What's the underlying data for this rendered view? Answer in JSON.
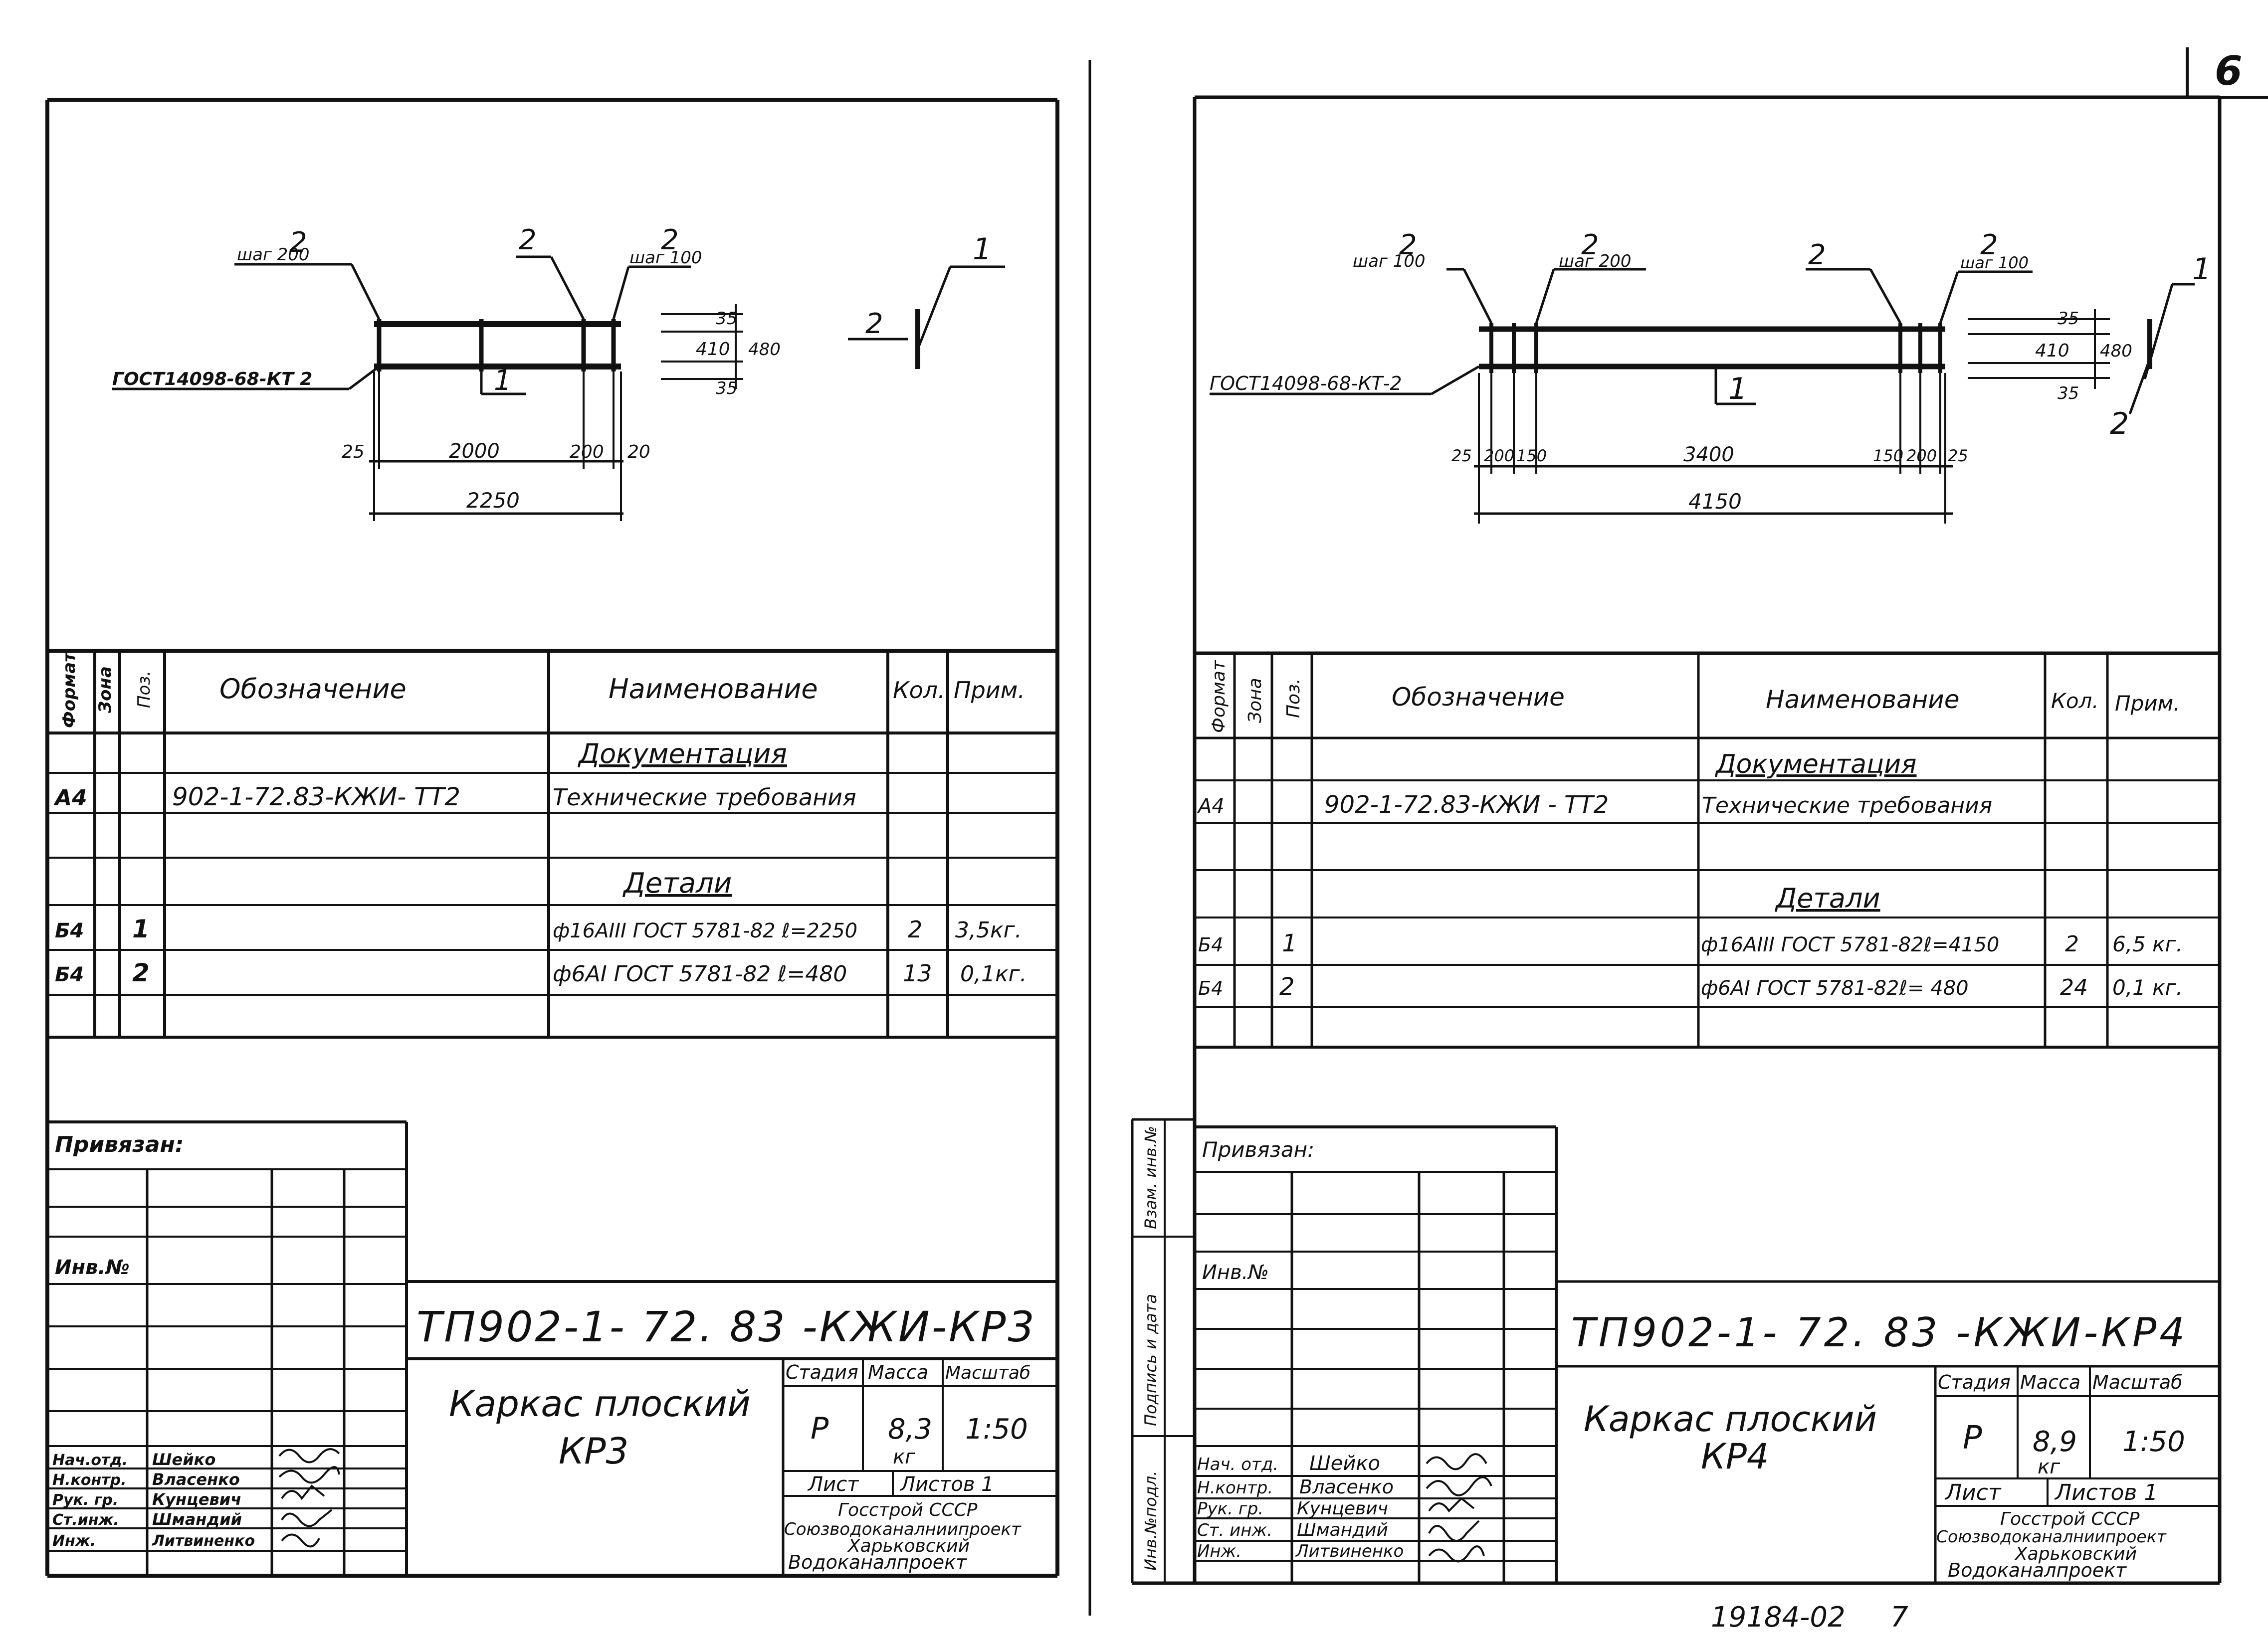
{
  "page_number": "6",
  "archive_number": "19184-02",
  "archive_page": "7",
  "left": {
    "sketch": {
      "callout_a": {
        "pos": "2",
        "note": "шаг 200"
      },
      "callout_b": {
        "pos": "2"
      },
      "callout_c": {
        "pos": "2",
        "note": "шаг 100"
      },
      "gost": "ГОСТ14098-68-КТ 2",
      "pos1": "1",
      "dim_25": "25",
      "dim_main": "2000",
      "dim_200": "200",
      "dim_20": "20",
      "dim_total": "2250",
      "vdim_35a": "35",
      "vdim_410": "410",
      "vdim_480": "480",
      "vdim_35b": "35",
      "side_pos1": "1",
      "side_pos2": "2"
    },
    "spec": {
      "headers": {
        "format": "Формат",
        "zone": "Зона",
        "pos": "Поз.",
        "designation": "Обозначение",
        "name": "Наименование",
        "qty": "Кол.",
        "note": "Прим."
      },
      "section_docs": "Документация",
      "doc_row": {
        "format": "А4",
        "designation": "902-1-72.83-КЖИ- ТТ2",
        "name": "Технические требования"
      },
      "section_parts": "Детали",
      "rows": [
        {
          "format": "Б4",
          "pos": "1",
          "name": "ф16АIII ГОСТ 5781-82 ℓ=2250",
          "qty": "2",
          "note": "3,5кг."
        },
        {
          "format": "Б4",
          "pos": "2",
          "name": "ф6АI ГОСТ 5781-82 ℓ=480",
          "qty": "13",
          "note": "0,1кг."
        }
      ]
    },
    "stamp": {
      "privyazan": "Привязан:",
      "inv": "Инв.№",
      "code": "ТП902-1- 72. 83 -КЖИ-КР3",
      "title_line1": "Каркас плоский",
      "title_line2": "КР3",
      "stage_label": "Стадия",
      "mass_label": "Масса",
      "scale_label": "Масштаб",
      "stage": "Р",
      "mass": "8,3",
      "mass_unit": "кг",
      "scale": "1:50",
      "sheet_label": "Лист",
      "sheets_label": "Листов 1",
      "org_line1": "Госстрой СССР",
      "org_line2": "Союзводоканалниипроект",
      "org_line3": "Харьковский",
      "org_line4": "Водоканалпроект",
      "people": [
        {
          "role": "Нач.отд.",
          "name": "Шейко"
        },
        {
          "role": "Н.контр.",
          "name": "Власенко"
        },
        {
          "role": "Рук. гр.",
          "name": "Кунцевич"
        },
        {
          "role": "Ст.инж.",
          "name": "Шмандий"
        },
        {
          "role": "Инж.",
          "name": "Литвиненко"
        }
      ]
    }
  },
  "right": {
    "sketch": {
      "callout_a": {
        "pos": "2",
        "note": "шаг 100"
      },
      "callout_b": {
        "pos": "2",
        "note": "шаг 200"
      },
      "callout_c": {
        "pos": "2"
      },
      "callout_d": {
        "pos": "2",
        "note": "шаг 100"
      },
      "gost": "ГОСТ14098-68-КТ-2",
      "pos1": "1",
      "dim_25a": "25",
      "dim_200a": "200",
      "dim_150a": "150",
      "dim_main": "3400",
      "dim_150b": "150",
      "dim_200b": "200",
      "dim_25b": "25",
      "dim_total": "4150",
      "vdim_35a": "35",
      "vdim_410": "410",
      "vdim_480": "480",
      "vdim_35b": "35",
      "side_pos1": "1",
      "side_pos2": "2"
    },
    "spec": {
      "headers": {
        "format": "Формат",
        "zone": "Зона",
        "pos": "Поз.",
        "designation": "Обозначение",
        "name": "Наименование",
        "qty": "Кол.",
        "note": "Прим."
      },
      "section_docs": "Документация",
      "doc_row": {
        "format": "А4",
        "designation": "902-1-72.83-КЖИ - ТТ2",
        "name": "Технические требования"
      },
      "section_parts": "Детали",
      "rows": [
        {
          "format": "Б4",
          "pos": "1",
          "name": "ф16АIII ГОСТ 5781-82ℓ=4150",
          "qty": "2",
          "note": "6,5 кг."
        },
        {
          "format": "Б4",
          "pos": "2",
          "name": "ф6АI ГОСТ 5781-82ℓ= 480",
          "qty": "24",
          "note": "0,1 кг."
        }
      ]
    },
    "side_labels": {
      "a": "Инв.№подл.",
      "b": "Подпись и дата",
      "c": "Взам. инв.№"
    },
    "stamp": {
      "privyazan": "Привязан:",
      "inv": "Инв.№",
      "code": "ТП902-1- 72. 83 -КЖИ-КР4",
      "title_line1": "Каркас плоский",
      "title_line2": "КР4",
      "stage_label": "Стадия",
      "mass_label": "Масса",
      "scale_label": "Масштаб",
      "stage": "Р",
      "mass": "8,9",
      "mass_unit": "кг",
      "scale": "1:50",
      "sheet_label": "Лист",
      "sheets_label": "Листов 1",
      "org_line1": "Госстрой СССР",
      "org_line2": "Союзводоканалниипроект",
      "org_line3": "Харьковский",
      "org_line4": "Водоканалпроект",
      "people": [
        {
          "role": "Нач. отд.",
          "name": "Шейко"
        },
        {
          "role": "Н.контр.",
          "name": "Власенко"
        },
        {
          "role": "Рук. гр.",
          "name": "Кунцевич"
        },
        {
          "role": "Ст. инж.",
          "name": "Шмандий"
        },
        {
          "role": "Инж.",
          "name": "Литвиненко"
        }
      ]
    }
  }
}
